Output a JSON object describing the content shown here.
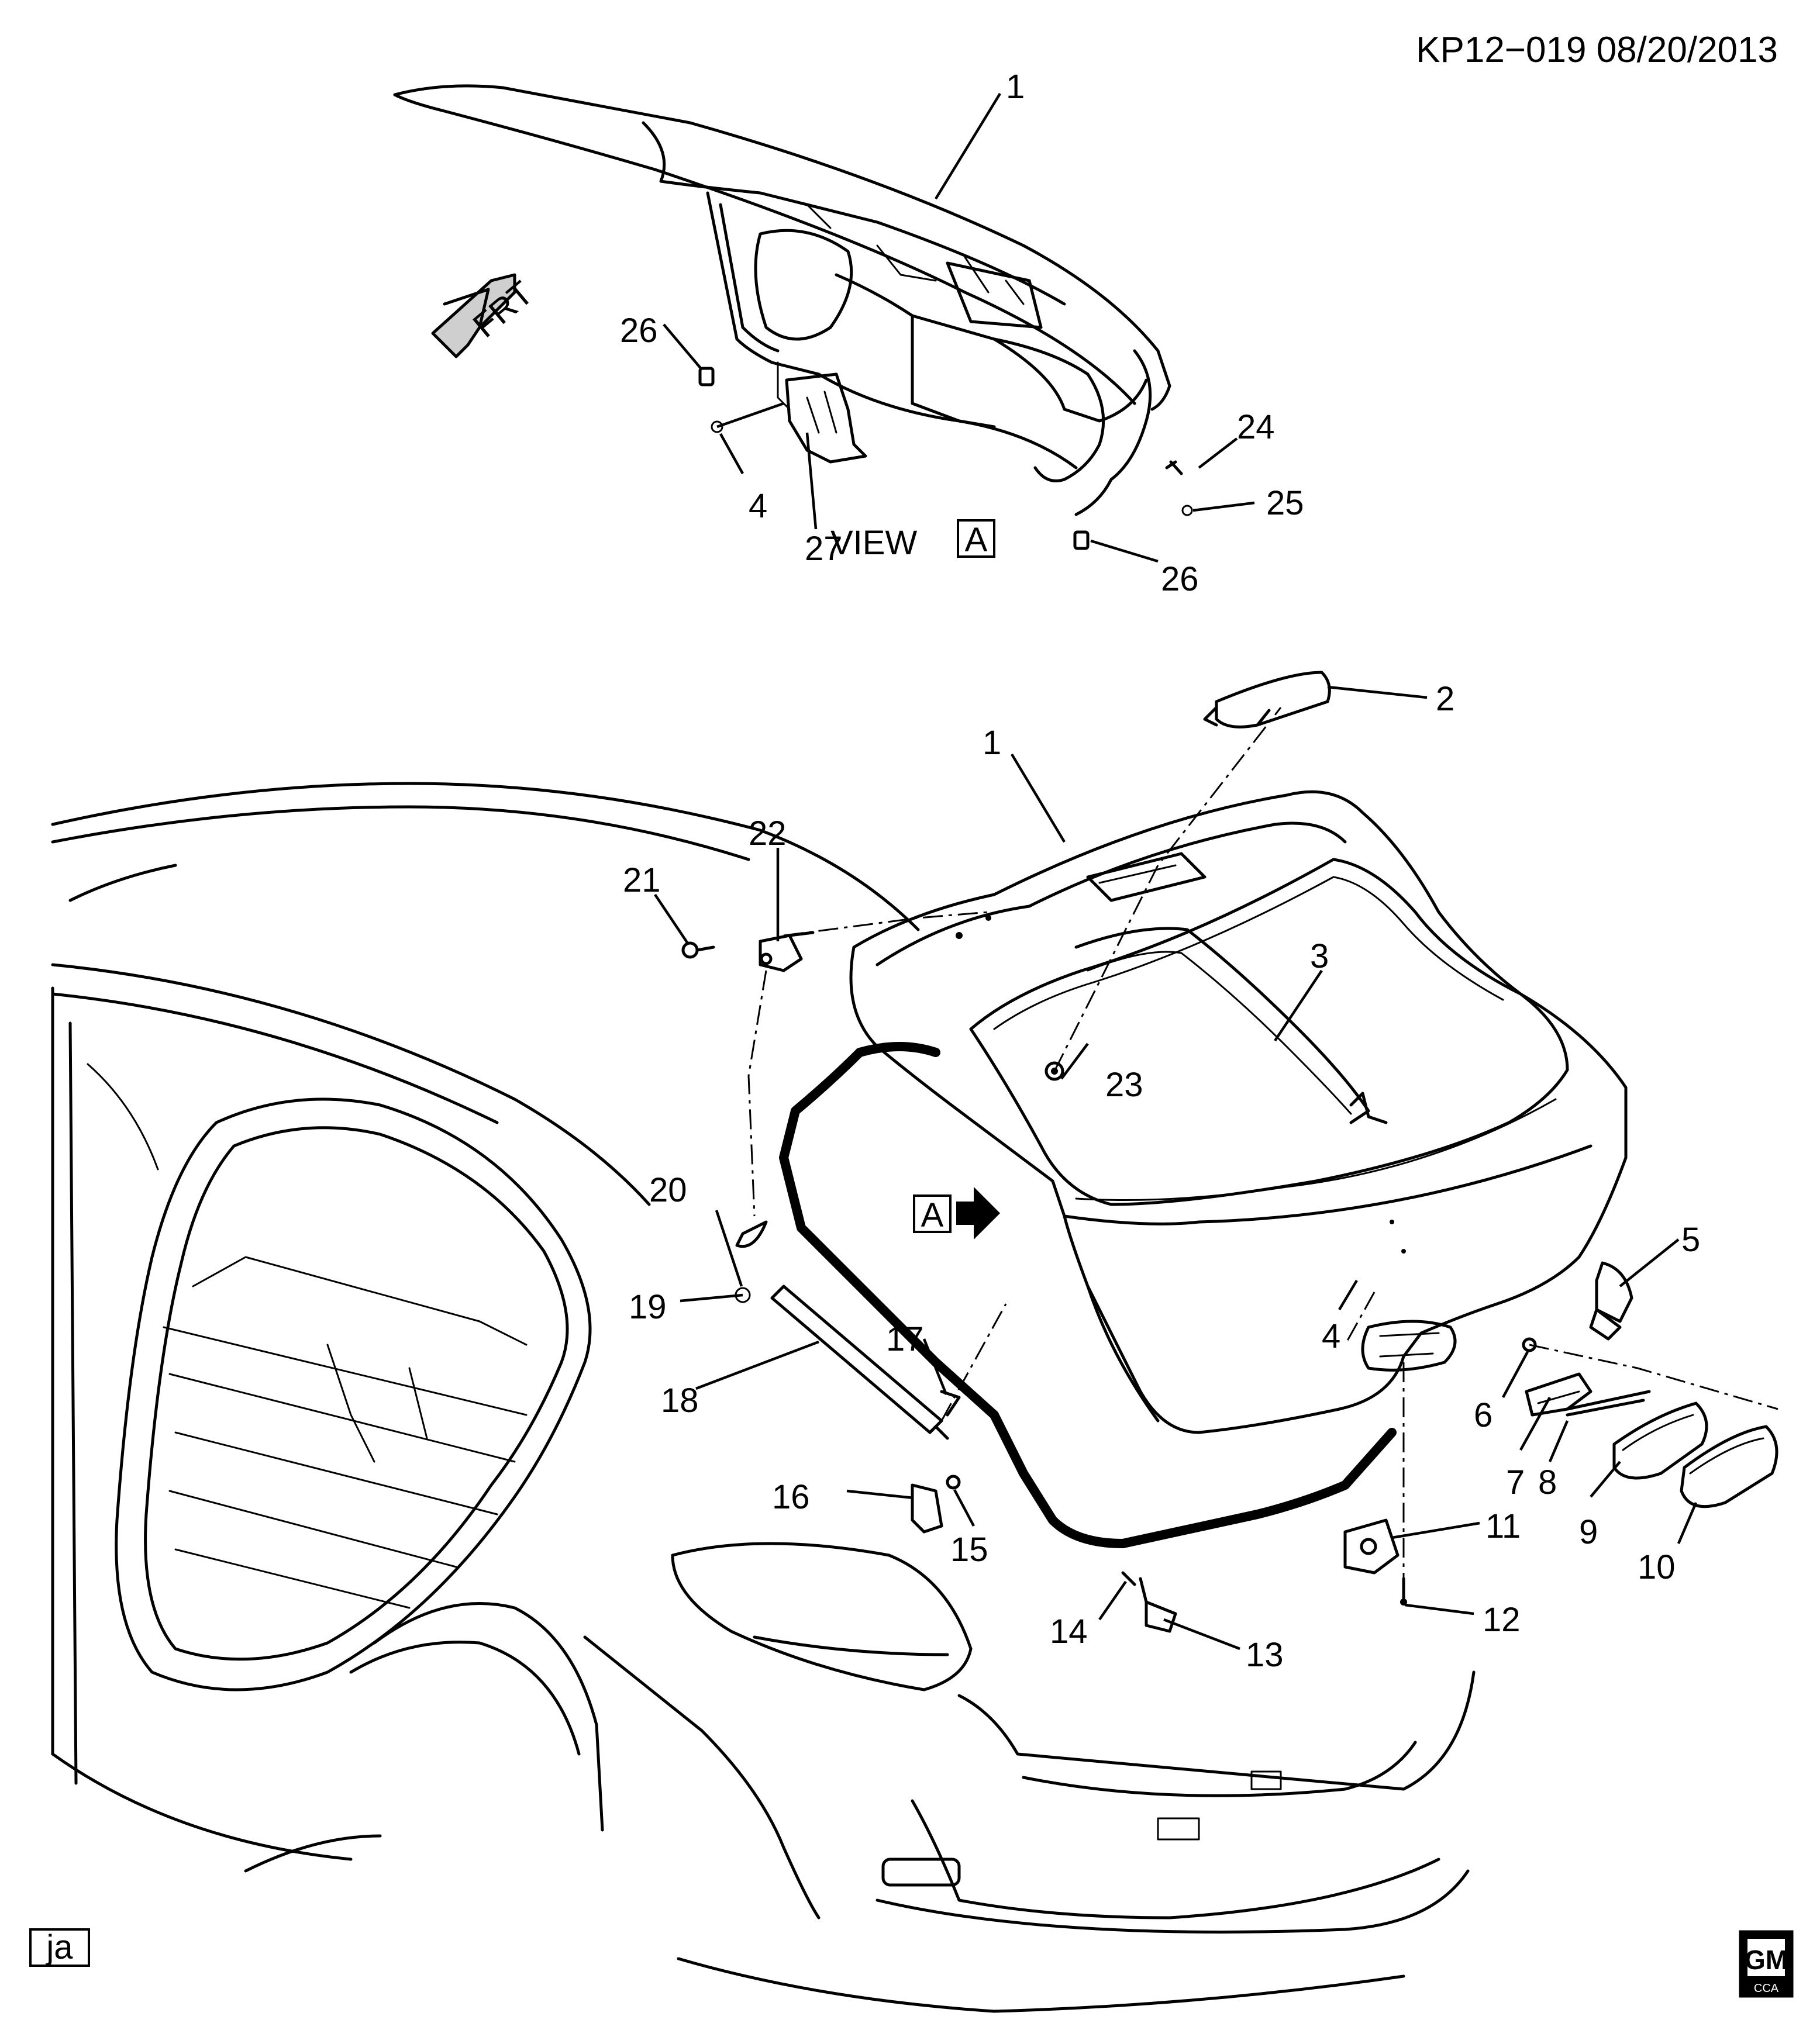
{
  "header": {
    "reference": "KP12−019  08/20/2013"
  },
  "view_label": {
    "text": "VIEW",
    "letter": "A"
  },
  "view_marker": {
    "letter": "A"
  },
  "front_indicator": {
    "text": "FRT"
  },
  "author_tag": {
    "text": "ja"
  },
  "logo": {
    "brand": "GM",
    "subtext": "CCA"
  },
  "callouts": {
    "c1_top": "1",
    "c26_left": "26",
    "c4_top": "4",
    "c27": "27",
    "c24": "24",
    "c25": "25",
    "c26_right": "26",
    "c2": "2",
    "c1_main": "1",
    "c22": "22",
    "c21": "21",
    "c3": "3",
    "c23": "23",
    "c20": "20",
    "c19": "19",
    "c18": "18",
    "c17": "17",
    "c16": "16",
    "c15": "15",
    "c5": "5",
    "c4_main": "4",
    "c6": "6",
    "c7": "7",
    "c8": "8",
    "c9": "9",
    "c10": "10",
    "c11": "11",
    "c12": "12",
    "c13": "13",
    "c14": "14"
  }
}
